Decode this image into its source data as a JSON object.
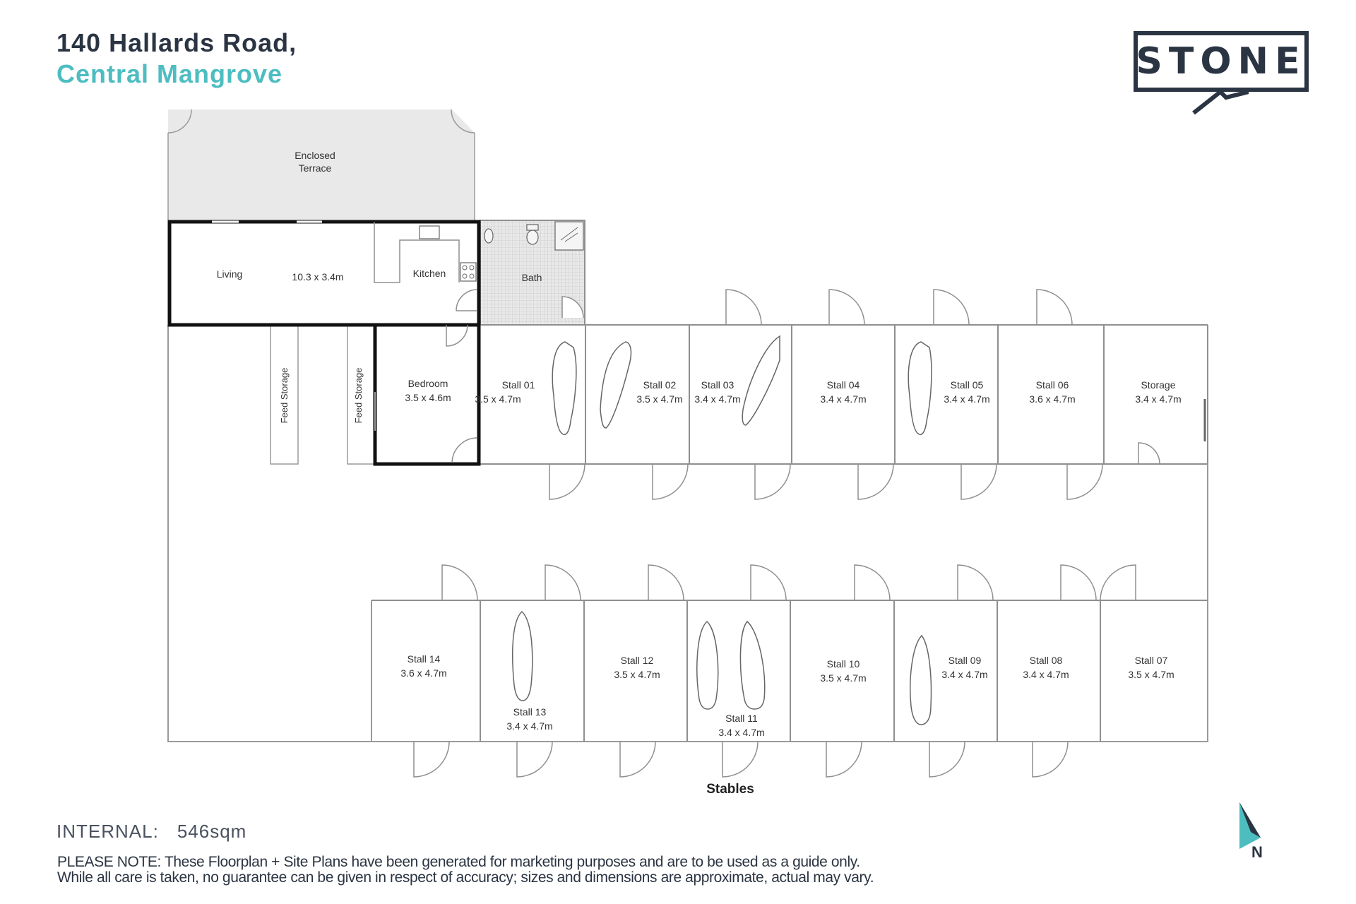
{
  "header": {
    "address_line1": "140 Hallards Road,",
    "address_line2": "Central Mangrove"
  },
  "brand": {
    "logo_text": "STONE",
    "color_dark": "#2b3442",
    "color_accent": "#4dbdc0"
  },
  "rooms": {
    "terrace_line1": "Enclosed",
    "terrace_line2": "Terrace",
    "living": "Living",
    "living_dim": "10.3 x 3.4m",
    "kitchen": "Kitchen",
    "bath": "Bath",
    "bedroom": "Bedroom",
    "bedroom_dim": "3.5 x 4.6m",
    "feed1": "Feed Storage",
    "feed2": "Feed Storage",
    "stables": "Stables"
  },
  "top_stalls": [
    {
      "name": "Stall 01",
      "dim": "3.5 x 4.7m"
    },
    {
      "name": "Stall 02",
      "dim": "3.5 x 4.7m"
    },
    {
      "name": "Stall 03",
      "dim": "3.4 x 4.7m"
    },
    {
      "name": "Stall 04",
      "dim": "3.4 x 4.7m"
    },
    {
      "name": "Stall 05",
      "dim": "3.4 x 4.7m"
    },
    {
      "name": "Stall 06",
      "dim": "3.6 x 4.7m"
    },
    {
      "name": "Storage",
      "dim": "3.4 x 4.7m"
    }
  ],
  "bottom_stalls": [
    {
      "name": "Stall 14",
      "dim": "3.6 x 4.7m"
    },
    {
      "name": "Stall 13",
      "dim": "3.4 x 4.7m"
    },
    {
      "name": "Stall 12",
      "dim": "3.5 x 4.7m"
    },
    {
      "name": "Stall 11",
      "dim": "3.4 x 4.7m"
    },
    {
      "name": "Stall 10",
      "dim": "3.5 x 4.7m"
    },
    {
      "name": "Stall 09",
      "dim": "3.4 x 4.7m"
    },
    {
      "name": "Stall 08",
      "dim": "3.4 x 4.7m"
    },
    {
      "name": "Stall 07",
      "dim": "3.5 x 4.7m"
    }
  ],
  "footer": {
    "internal_label": "INTERNAL:",
    "internal_value": "546sqm",
    "note_line1": "PLEASE NOTE: These Floorplan + Site Plans have been generated for marketing purposes and are to be used as a guide only.",
    "note_line2": "While all care is taken, no guarantee can be given in respect of accuracy; sizes and dimensions are approximate, actual may vary.",
    "compass_label": "N"
  }
}
